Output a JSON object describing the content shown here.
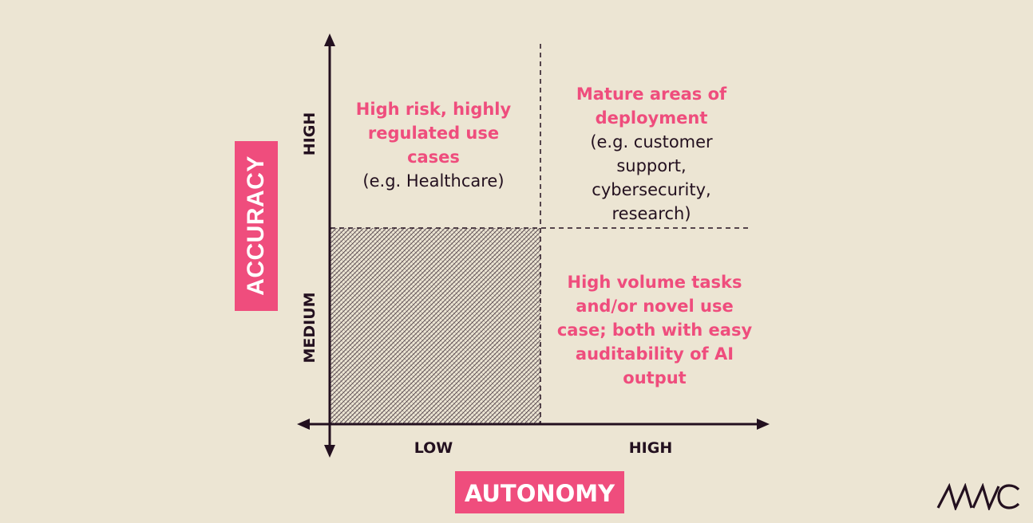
{
  "axes": {
    "y_title": "ACCURACY",
    "x_title": "AUTONOMY",
    "y_ticks": [
      "MEDIUM",
      "HIGH"
    ],
    "x_ticks": [
      "LOW",
      "HIGH"
    ]
  },
  "quadrants": {
    "top_left": {
      "headline": "High risk, highly\nregulated use\ncases",
      "detail": "(e.g. Healthcare)"
    },
    "top_right": {
      "headline": "Mature areas of\ndeployment",
      "detail": "(e.g. customer\nsupport,\ncybersecurity,\nresearch)"
    },
    "bottom_right": {
      "headline": "High volume tasks\nand/or novel use\ncase; both with easy\nauditability of AI\noutput",
      "detail": ""
    }
  },
  "logo": {
    "text": "MMC"
  },
  "colors": {
    "background": "#ece5d3",
    "accent": "#ef4d7d",
    "ink": "#23101f"
  }
}
